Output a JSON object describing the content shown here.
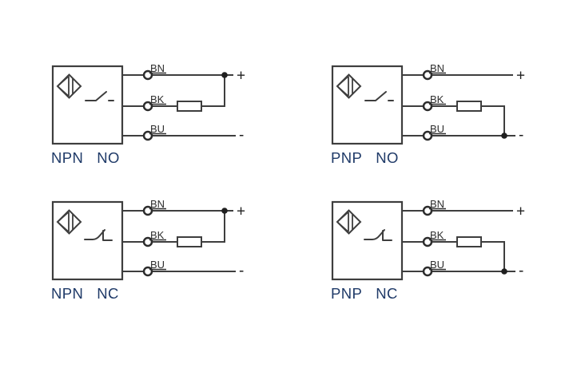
{
  "colors": {
    "background": "#ffffff",
    "line": "#3e3e3e",
    "label_text": "#2e2e2e",
    "caption_text": "#1f3a68"
  },
  "diagrams": [
    {
      "type": "NPN",
      "mode": "NO",
      "labels": {
        "bn": "BN",
        "bk": "BK",
        "bu": "BU"
      },
      "positive": "+",
      "negative": "-"
    },
    {
      "type": "PNP",
      "mode": "NO",
      "labels": {
        "bn": "BN",
        "bk": "BK",
        "bu": "BU"
      },
      "positive": "+",
      "negative": "-"
    },
    {
      "type": "NPN",
      "mode": "NC",
      "labels": {
        "bn": "BN",
        "bk": "BK",
        "bu": "BU"
      },
      "positive": "+",
      "negative": "-"
    },
    {
      "type": "PNP",
      "mode": "NC",
      "labels": {
        "bn": "BN",
        "bk": "BK",
        "bu": "BU"
      },
      "positive": "+",
      "negative": "-"
    }
  ]
}
